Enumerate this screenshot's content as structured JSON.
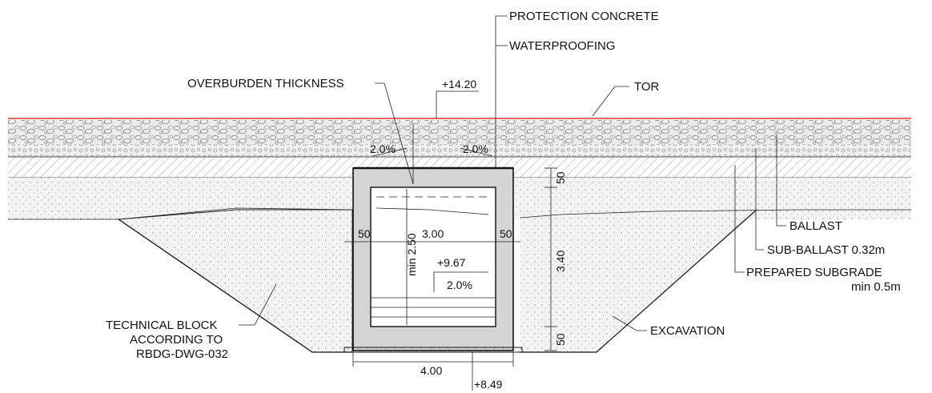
{
  "labels": {
    "protection_concrete": "PROTECTION CONCRETE",
    "waterproofing": "WATERPROOFING",
    "overburden_thickness": "OVERBURDEN THICKNESS",
    "tor": "TOR",
    "ballast": "BALLAST",
    "sub_ballast": "SUB-BALLAST 0.32m",
    "prepared_subgrade_line1": "PREPARED SUBGRADE",
    "prepared_subgrade_line2": "min 0.5m",
    "technical_block_line1": "TECHNICAL BLOCK",
    "technical_block_line2": "ACCORDING TO",
    "technical_block_line3": "RBDG-DWG-032",
    "excavation": "EXCAVATION"
  },
  "levels": {
    "top_of_rail": "+14.20",
    "invert": "+9.67",
    "foundation": "+8.49"
  },
  "dimensions": {
    "left_wall": "50",
    "right_wall": "50",
    "inner_width": "3.00",
    "inner_height": "min 2.50",
    "outer_width": "4.00",
    "top_slab": "50",
    "bottom_slab": "50",
    "total_height": "3.40"
  },
  "slopes": {
    "top_left": "2.0%",
    "top_right": "2.0%",
    "invert": "2.0%"
  },
  "colors": {
    "tor_line": "#e0303a",
    "concrete": "#d4d4d4",
    "ballast_fill": "#e6e6e6",
    "fill_soil": "#f0f0f0",
    "ink": "#111111"
  }
}
